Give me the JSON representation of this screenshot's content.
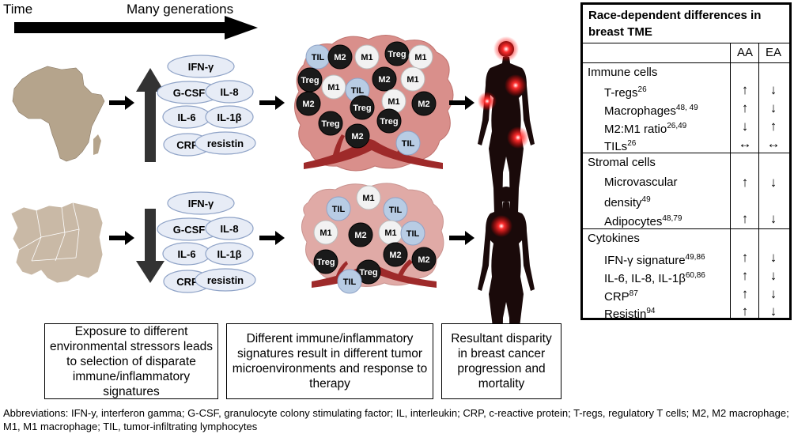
{
  "header": {
    "time_label": "Time",
    "generations_label": "Many generations"
  },
  "cytokines": [
    "IFN-γ",
    "G-CSF",
    "IL-8",
    "IL-6",
    "IL-1β",
    "CRP",
    "resistin"
  ],
  "tumor_top_cells": [
    "TIL",
    "M2",
    "M1",
    "Treg",
    "M1",
    "Treg",
    "M1",
    "TIL",
    "M2",
    "M1",
    "M2",
    "Treg",
    "M1",
    "M2",
    "Treg",
    "M2",
    "Treg",
    "TIL"
  ],
  "tumor_bottom_cells": [
    "TIL",
    "M1",
    "TIL",
    "M1",
    "M2",
    "M1",
    "TIL",
    "M2",
    "Treg",
    "M2",
    "Treg",
    "TIL"
  ],
  "captions": {
    "left": "Exposure to different environmental stressors leads to selection of disparate immune/inflammatory signatures",
    "middle": "Different immune/inflammatory signatures result in different tumor microenvironments and response to therapy",
    "right": "Resultant disparity in breast cancer progression and mortality"
  },
  "table": {
    "title_line1": "Race-dependent differences in",
    "title_line2": "breast TME",
    "col_aa": "AA",
    "col_ea": "EA",
    "sections": [
      {
        "name": "Immune cells",
        "rows": [
          {
            "label": "T-regs",
            "ref": "26",
            "aa": "↑",
            "ea": "↓"
          },
          {
            "label": "Macrophages",
            "ref": "48, 49",
            "aa": "↑",
            "ea": "↓"
          },
          {
            "label": "M2:M1 ratio",
            "ref": "26,49",
            "aa": "↓",
            "ea": "↑"
          },
          {
            "label": "TILs",
            "ref": "26",
            "aa": "↔",
            "ea": "↔"
          }
        ]
      },
      {
        "name": "Stromal cells",
        "rows": [
          {
            "label": "Microvascular",
            "label2": "density",
            "ref": "49",
            "aa": "↑",
            "ea": "↓"
          },
          {
            "label": "Adipocytes",
            "ref": "48,79",
            "aa": "↑",
            "ea": "↓"
          }
        ]
      },
      {
        "name": "Cytokines",
        "rows": [
          {
            "label": "IFN-γ signature",
            "ref": "49,86",
            "aa": "↑",
            "ea": "↓"
          },
          {
            "label": "IL-6, IL-8, IL-1β",
            "ref": "60,86",
            "aa": "↑",
            "ea": "↓"
          },
          {
            "label": "CRP",
            "ref": "87",
            "aa": "↑",
            "ea": "↓"
          },
          {
            "label": "Resistin",
            "ref": "94",
            "aa": "↑",
            "ea": "↓"
          }
        ]
      }
    ]
  },
  "abbreviations": "Abbreviations: IFN-y, interferon gamma; G-CSF, granulocyte colony stimulating factor; IL, interleukin; CRP, c-reactive protein; T-regs, regulatory T cells; M2, M2 macrophage; M1, M1 macrophage; TIL, tumor-infiltrating lymphocytes",
  "colors": {
    "africa": "#b5a48c",
    "europe": "#c9b9a6",
    "cytokine_fill": "#e7ecf6",
    "cytokine_stroke": "#8fa3c7",
    "tumor_top": "#d98f8b",
    "tumor_bottom": "#e0aaa6",
    "vessel": "#9e2a2a",
    "cell_dark": "#1a1a1a",
    "cell_light": "#f2f2f2",
    "cell_til": "#b8cce4",
    "glow": "#ff2020"
  }
}
